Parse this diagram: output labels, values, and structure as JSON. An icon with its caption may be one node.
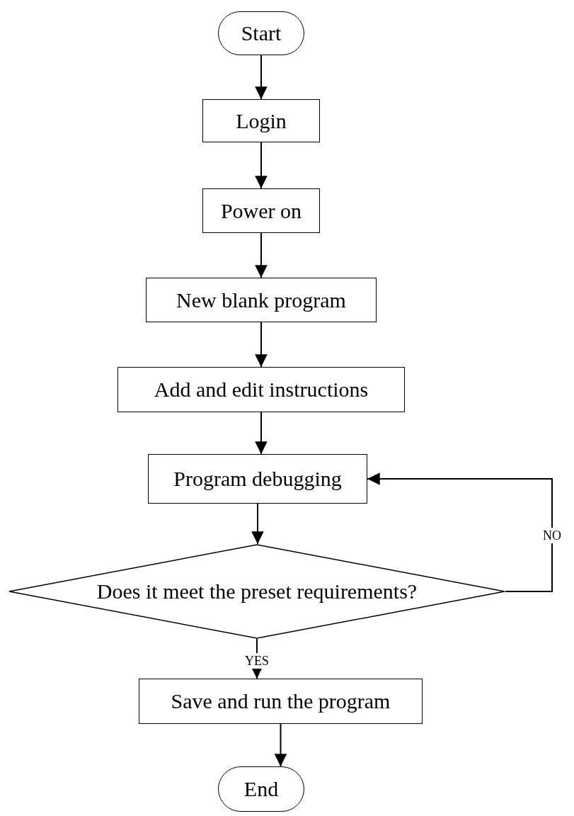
{
  "diagram": {
    "nodes": [
      {
        "text": [
          "Start"
        ]
      },
      {
        "text": [
          "Login"
        ]
      },
      {
        "text": [
          "Power on"
        ]
      },
      {
        "text": [
          "New blank program"
        ]
      },
      {
        "text": [
          "Add and edit instructions"
        ]
      },
      {
        "text": [
          "Program debugging"
        ]
      },
      {
        "text": [
          "Does it meet the preset requirements?"
        ]
      },
      {
        "text": [
          "Save and run the program"
        ]
      },
      {
        "text": [
          "End"
        ]
      }
    ],
    "edges": [
      {
        "from": 0,
        "to": 1,
        "arrow": "to"
      },
      {
        "from": 1,
        "to": 2,
        "arrow": "to"
      },
      {
        "from": 2,
        "to": 3,
        "arrow": "to"
      },
      {
        "from": 3,
        "to": 4,
        "arrow": "to"
      },
      {
        "from": 4,
        "to": 5,
        "arrow": "to"
      },
      {
        "from": 5,
        "to": 6,
        "arrow": "to"
      },
      {
        "from": 6,
        "to": 7,
        "arrow": "to",
        "label": "YES"
      },
      {
        "from": 6,
        "to": 5,
        "arrow": "to",
        "label": "NO"
      },
      {
        "from": 7,
        "to": 8,
        "arrow": "to"
      }
    ]
  }
}
